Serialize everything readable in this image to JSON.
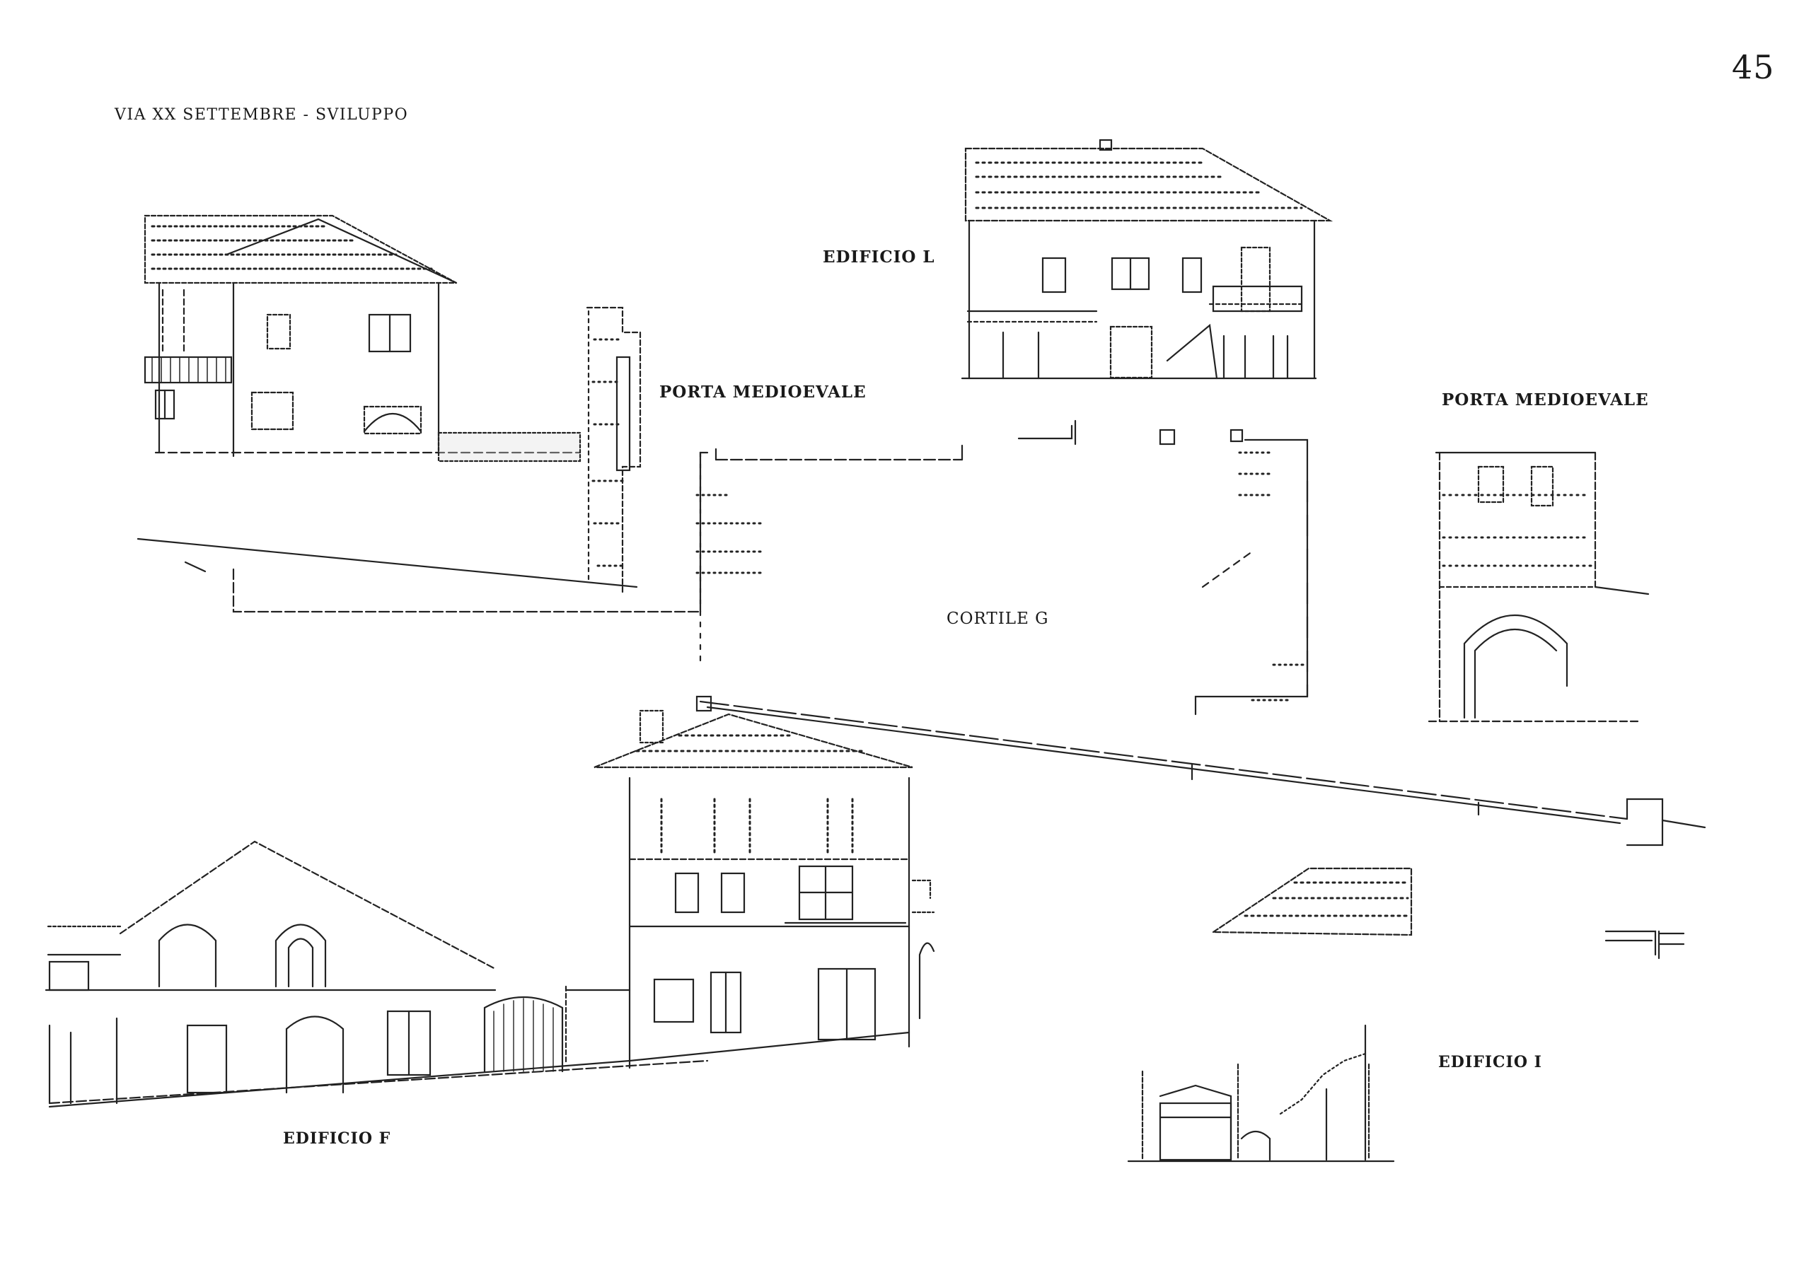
{
  "sheet": {
    "title": "VIA XX SETTEMBRE - SVILUPPO",
    "page_number": "45"
  },
  "labels": {
    "porta_medioevale_left": "PORTA MEDIOEVALE",
    "porta_medioevale_right": "PORTA MEDIOEVALE",
    "edificio_l": "EDIFICIO L",
    "cortile_g": "CORTILE G",
    "edificio_f": "EDIFICIO F",
    "edificio_i": "EDIFICIO I"
  }
}
